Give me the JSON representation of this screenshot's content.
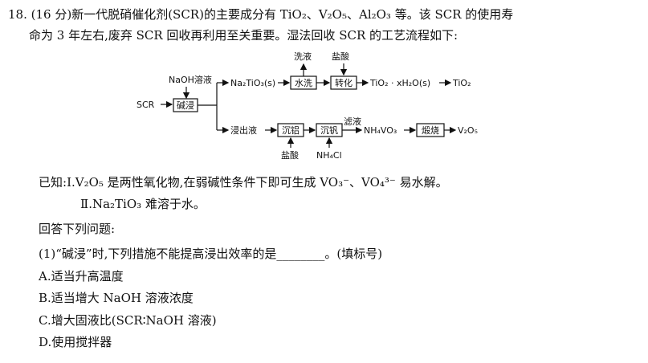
{
  "question": {
    "number": "18.",
    "points": "(16 分)",
    "intro_line1": "新一代脱硝催化剂(SCR)的主要成分有 TiO₂、V₂O₅、Al₂O₃ 等。该 SCR 的使用寿",
    "intro_line2": "命为 3 年左右,废弃 SCR 回收再利用至关重要。湿法回收 SCR 的工艺流程如下:"
  },
  "flowchart": {
    "scr": "SCR",
    "naoh": "NaOH溶液",
    "alkali_leach": "碱浸",
    "na2tio3": "Na₂TiO₃(s)",
    "wash": "水洗",
    "wash_liquid": "洗液",
    "hcl_top": "盐酸",
    "convert": "转化",
    "tio2_hydrate": "TiO₂ · xH₂O(s)",
    "tio2": "TiO₂",
    "leachate": "浸出液",
    "precip_al": "沉铝",
    "hcl_bottom": "盐酸",
    "precip_v": "沉钒",
    "nh4cl": "NH₄Cl",
    "filtrate": "滤液",
    "nh4vo3": "NH₄VO₃",
    "calcine": "煅烧",
    "v2o5": "V₂O₅"
  },
  "known": {
    "label": "已知:",
    "item1": "Ⅰ.V₂O₅ 是两性氧化物,在弱碱性条件下即可生成 VO₃⁻、VO₄³⁻ 易水解。",
    "item2": "Ⅱ.Na₂TiO₃ 难溶于水。"
  },
  "answer_prompt": "回答下列问题:",
  "sub1": {
    "stem": "(1)“碱浸”时,下列措施不能提高浸出效率的是",
    "blank": "________",
    "tail": "。(填标号)"
  },
  "options": [
    {
      "text": "A.适当升高温度"
    },
    {
      "text": "B.适当增大 NaOH 溶液浓度"
    },
    {
      "text": "C.增大固液比(SCR∶NaOH 溶液)"
    },
    {
      "text": "D.使用搅拌器"
    }
  ]
}
